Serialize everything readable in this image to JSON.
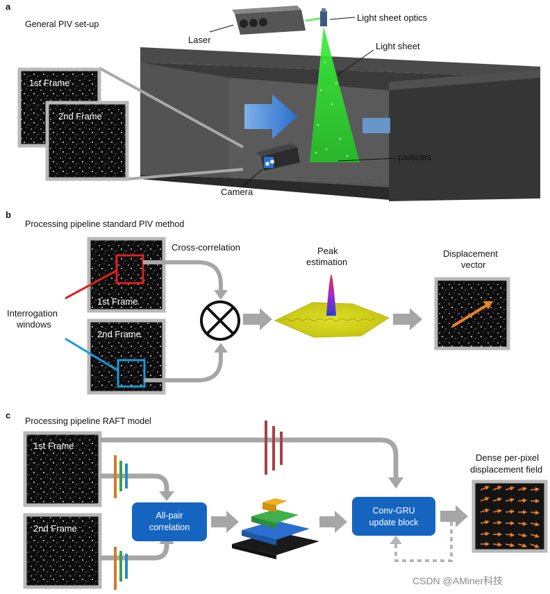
{
  "panel_a": {
    "letter": "a",
    "title": "General PIV set-up",
    "laser": "Laser",
    "light_sheet_optics": "Light sheet optics",
    "light_sheet": "Light sheet",
    "particles": "particles",
    "camera": "Camera",
    "frame1": "1st Frame",
    "frame2": "2nd Frame"
  },
  "panel_b": {
    "letter": "b",
    "title": "Processing pipeline standard PIV method",
    "cross_correlation": "Cross-correlation",
    "peak_line1": "Peak",
    "peak_line2": "estimation",
    "disp_line1": "Displacement",
    "disp_line2": "vector",
    "interrog_line1": "Interrogation",
    "interrog_line2": "windows",
    "frame1": "1st Frame",
    "frame2": "2nd Frame"
  },
  "panel_c": {
    "letter": "c",
    "title": "Processing pipeline RAFT model",
    "frame1": "1st Frame",
    "frame2": "2nd Frame",
    "allpair_line1": "All-pair",
    "allpair_line2": "correlation",
    "convgru_line1": "Conv-GRU",
    "convgru_line2": "update block",
    "dense_line1": "Dense per-pixel",
    "dense_line2": "displacement field"
  },
  "watermark": "CSDN @AMiner科技",
  "colors": {
    "accent_blue": "#1565c0",
    "window_red": "#e02020",
    "window_blue": "#1a9ad6",
    "arrow_gray": "#a6a6a6",
    "light_sheet_green": "#2ed82e",
    "flow_orange": "#e8822a"
  }
}
